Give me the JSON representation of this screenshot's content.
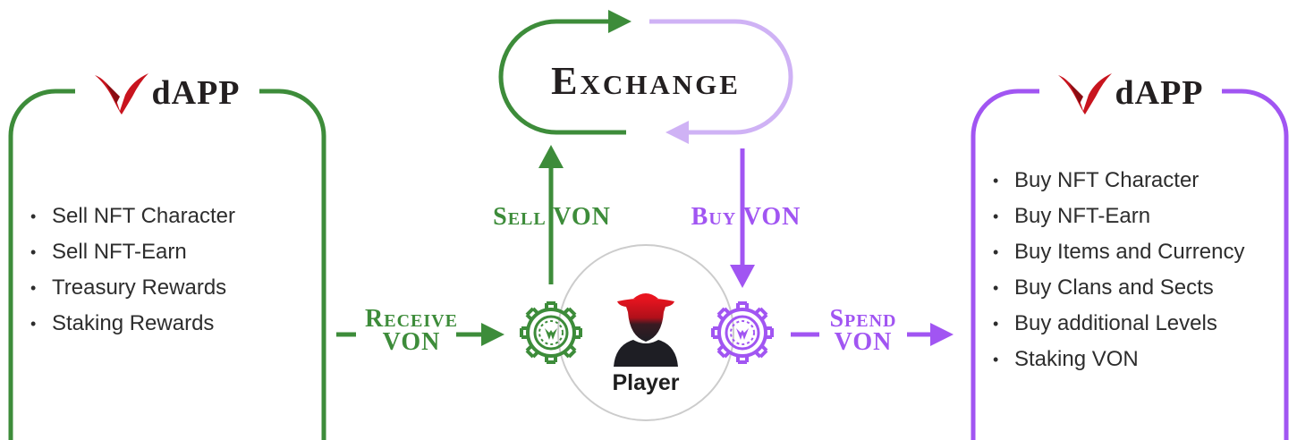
{
  "colors": {
    "green": "#3d8c3a",
    "purple": "#a155f2",
    "light_purple": "#cfb2f5",
    "logo_red": "#c8141e",
    "player_red": "#d6101c",
    "player_dark": "#1e1e24",
    "circle": "#cccccc"
  },
  "left_panel": {
    "title": "dAPP",
    "logo_icon": "v-wings-logo-icon",
    "items": [
      "Sell NFT Character",
      "Sell NFT-Earn",
      "Treasury Rewards",
      "Staking Rewards"
    ]
  },
  "right_panel": {
    "title": "dAPP",
    "logo_icon": "v-wings-logo-icon",
    "items": [
      "Buy NFT Character",
      "Buy NFT-Earn",
      "Buy Items and Currency",
      "Buy Clans and Sects",
      "Buy additional Levels",
      "Staking VON"
    ]
  },
  "exchange": {
    "title": "Exchange"
  },
  "flows": {
    "receive": {
      "line1": "Receive",
      "line2": "VON"
    },
    "sell": {
      "label": "Sell VON"
    },
    "buy": {
      "label": "Buy VON"
    },
    "spend": {
      "line1": "Spend",
      "line2": "VON"
    }
  },
  "player": {
    "label": "Player",
    "icon": "player-avatar-icon"
  },
  "icons": [
    "green-gear-coin-icon",
    "purple-gear-coin-icon"
  ]
}
